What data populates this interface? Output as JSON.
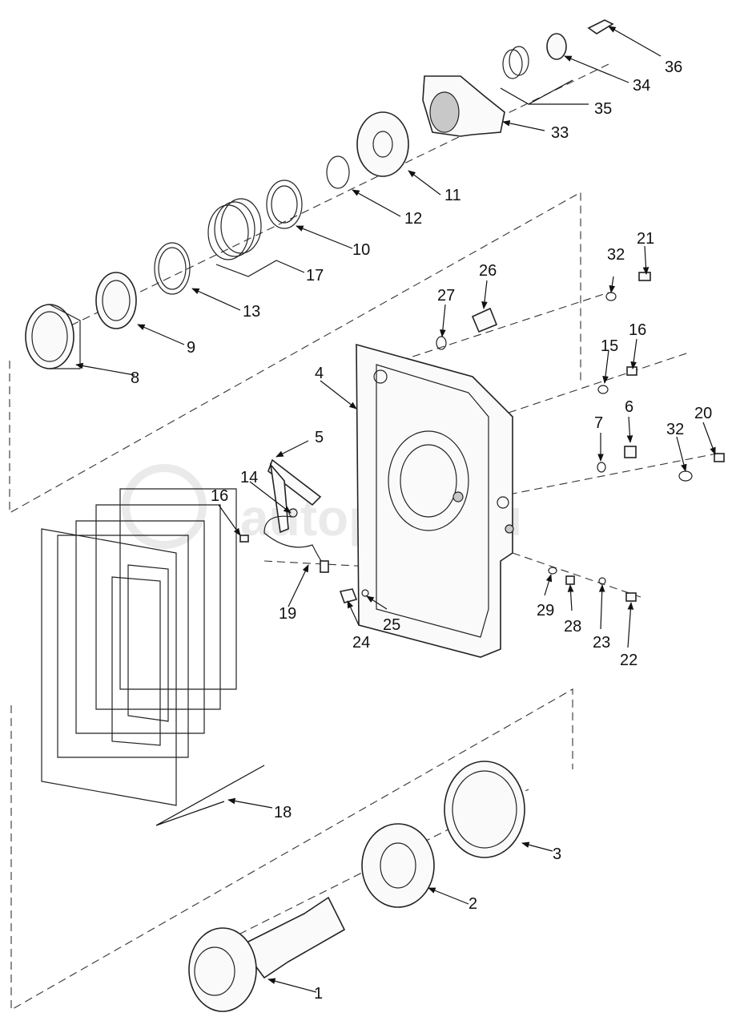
{
  "watermark": "autopiter.ru",
  "labels": {
    "p1": "1",
    "p2": "2",
    "p3": "3",
    "p4": "4",
    "p5": "5",
    "p6": "6",
    "p7": "7",
    "p8": "8",
    "p9": "9",
    "p10": "10",
    "p11": "11",
    "p12": "12",
    "p13": "13",
    "p14": "14",
    "p15": "15",
    "p16a": "16",
    "p16b": "16",
    "p17": "17",
    "p18": "18",
    "p19": "19",
    "p20": "20",
    "p21": "21",
    "p22": "22",
    "p23": "23",
    "p24": "24",
    "p25": "25",
    "p26": "26",
    "p27": "27",
    "p28": "28",
    "p29": "29",
    "p32a": "32",
    "p32b": "32",
    "p33": "33",
    "p34": "34",
    "p35": "35",
    "p36": "36"
  }
}
